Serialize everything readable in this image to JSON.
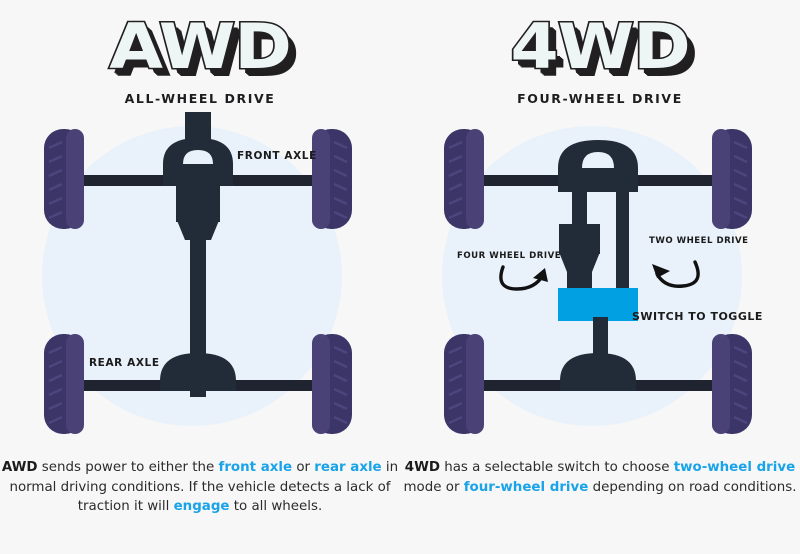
{
  "theme": {
    "page_bg": "#f7f7f7",
    "halo": "#e9f1fb",
    "accent_blue": "#19a3e8",
    "switch_blue": "#00a0e3",
    "metal_dark": "#222b38",
    "axle_dark": "#1f2430",
    "tire_purple": "#3b3568",
    "title_fill": "#edf6f5",
    "title_shadow": "#211f20"
  },
  "panels": [
    {
      "id": "awd",
      "title": "AWD",
      "subtitle": "ALL-WHEEL DRIVE",
      "diagram_labels": [
        {
          "name": "front-axle",
          "text": "FRONT AXLE"
        },
        {
          "name": "rear-axle",
          "text": "REAR AXLE"
        }
      ],
      "caption_runs": [
        {
          "text": "AWD",
          "style": "bold"
        },
        {
          "text": " sends power to either the ",
          "style": "normal"
        },
        {
          "text": "front axle",
          "style": "highlight"
        },
        {
          "text": " or ",
          "style": "normal"
        },
        {
          "text": "rear axle",
          "style": "highlight"
        },
        {
          "text": " in normal driving conditions. If the vehicle detects a lack of traction it will ",
          "style": "normal"
        },
        {
          "text": "engage",
          "style": "highlight"
        },
        {
          "text": " to all wheels.",
          "style": "normal"
        }
      ]
    },
    {
      "id": "4wd",
      "title": "4WD",
      "subtitle": "FOUR-WHEEL DRIVE",
      "diagram_labels": [
        {
          "name": "four-wheel-drive",
          "text": "FOUR WHEEL DRIVE"
        },
        {
          "name": "two-wheel-drive",
          "text": "TWO WHEEL DRIVE"
        },
        {
          "name": "switch-to-toggle",
          "text": "SWITCH TO TOGGLE"
        }
      ],
      "caption_runs": [
        {
          "text": "4WD",
          "style": "bold"
        },
        {
          "text": " has a selectable switch to choose ",
          "style": "normal"
        },
        {
          "text": "two-wheel drive",
          "style": "highlight"
        },
        {
          "text": " mode or ",
          "style": "normal"
        },
        {
          "text": "four-wheel drive",
          "style": "highlight"
        },
        {
          "text": " depending on road conditions.",
          "style": "normal"
        }
      ]
    }
  ]
}
